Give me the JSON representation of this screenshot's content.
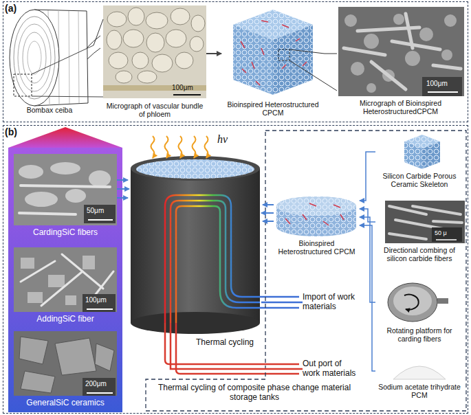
{
  "diagram": {
    "nodes": [
      {
        "text": [
          "(a)"
        ]
      },
      {
        "text": [
          "Bombax ceiba"
        ],
        "in": 0
      },
      {
        "text": [
          "100μm",
          "Micrograph of vascular bundle of phloem"
        ],
        "in": 0
      },
      {
        "text": [
          "Bioinspired Heterostructured CPCM"
        ],
        "in": 0
      },
      {
        "text": [
          "100μm",
          "Micrograph of Bioinspired HeterostructuredCPCM"
        ],
        "in": 0
      },
      {
        "text": [
          "(b)"
        ]
      },
      {
        "text": [
          "50μm",
          "CardingSiC fibers"
        ],
        "in": 5
      },
      {
        "text": [
          "100μm",
          "AddingSiC fiber"
        ],
        "in": 5
      },
      {
        "text": [
          "200μm",
          "GeneralSiC ceramics"
        ],
        "in": 5
      },
      {
        "text": [
          "hν"
        ],
        "in": 5
      },
      {
        "text": [
          "Bioinspired Heterostructured CPCM"
        ],
        "in": 5
      },
      {
        "text": [
          "Silicon Carbide Porous Ceramic Skeleton"
        ],
        "in": 5
      },
      {
        "text": [
          "50 μ",
          "Directional combing of silicon carbide fibers"
        ],
        "in": 5
      },
      {
        "text": [
          "Rotating platform for carding fibers"
        ],
        "in": 5
      },
      {
        "text": [
          "Sodium acetate trihydrate PCM"
        ],
        "in": 5
      },
      {
        "text": [
          "Import of work materials"
        ],
        "in": 5
      },
      {
        "text": [
          "Out port of work materials"
        ],
        "in": 5
      }
    ],
    "edges": [
      {
        "from": 1,
        "to": 2,
        "arrow": "none"
      },
      {
        "from": 2,
        "to": 3,
        "arrow": "to"
      },
      {
        "from": 3,
        "to": 4,
        "arrow": "none"
      },
      {
        "from": 6,
        "to": 9,
        "arrow": "to"
      },
      {
        "from": 10,
        "to": 9,
        "arrow": "to"
      },
      {
        "from": 11,
        "to": 10,
        "arrow": "to"
      },
      {
        "from": 12,
        "to": 10,
        "arrow": "to"
      },
      {
        "from": 13,
        "to": 10,
        "arrow": "to"
      },
      {
        "from": 14,
        "to": 10,
        "arrow": "to"
      },
      {
        "from": 9,
        "to": 15,
        "arrow": "none"
      },
      {
        "from": 9,
        "to": 16,
        "arrow": "none"
      }
    ],
    "labels": [
      "Thermal cycling",
      "Thermal cycling of composite phase change material storage tanks"
    ]
  }
}
